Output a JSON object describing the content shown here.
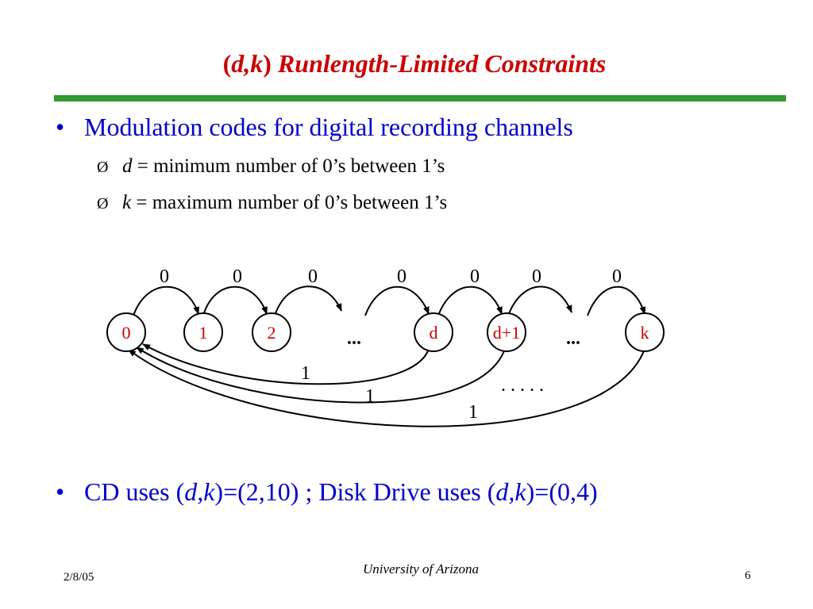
{
  "slide": {
    "title": {
      "open_paren": "(",
      "var": "d,k",
      "close_paren": ")",
      "rest": " Runlength-Limited Constraints"
    },
    "bullets": [
      {
        "marker": "•",
        "text": "Modulation codes for digital recording channels",
        "subs": [
          {
            "marker": "Ø",
            "var": "d",
            "text": " = minimum number of 0’s between 1’s"
          },
          {
            "marker": "Ø",
            "var": "k",
            "text": " = maximum number of 0’s between 1’s"
          }
        ]
      },
      {
        "marker": "•",
        "parts": {
          "a": "CD uses (",
          "b": "d,k",
          "c": ")=(2,10)  ;   Disk Drive uses (",
          "d": "d,k",
          "e": ")=(0,4)"
        }
      }
    ],
    "footer": {
      "date": "2/8/05",
      "center": "University of Arizona",
      "page": "6"
    }
  },
  "diagram": {
    "nodes": [
      "0",
      "1",
      "2",
      "d",
      "d+1",
      "k"
    ],
    "ellipses": [
      "...",
      "..."
    ],
    "forward_labels": [
      "0",
      "0",
      "0",
      "0",
      "0",
      "0",
      "0"
    ],
    "return_labels": [
      "1",
      "1",
      "1"
    ],
    "dots_label": ". . . . .",
    "colors": {
      "node_text": "#cc0000",
      "stroke": "#000000"
    }
  }
}
